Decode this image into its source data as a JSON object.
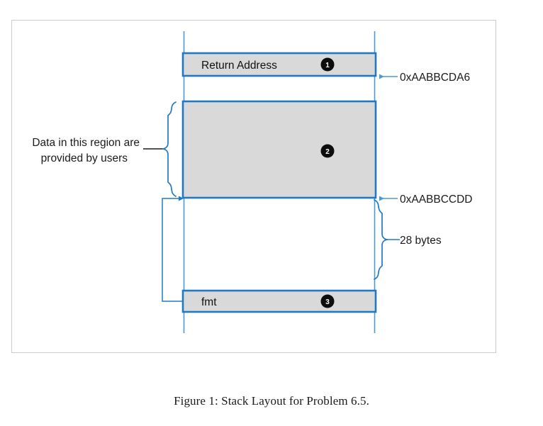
{
  "figure": {
    "caption": "Figure 1: Stack Layout for Problem 6.5.",
    "colors": {
      "box_fill": "#D9D9D9",
      "box_border": "#2079C4",
      "line_blue": "#4A9BD4",
      "badge_fill": "#0D0D0D",
      "frame_border": "#C9CCD4",
      "text": "#1A1A1A"
    }
  },
  "stack": {
    "blocks": [
      {
        "label": "Return Address",
        "badge": "1",
        "fill": "#D9D9D9"
      },
      {
        "label": "",
        "badge": "2",
        "fill": "#D9D9D9"
      },
      {
        "label": "fmt",
        "badge": "3",
        "fill": "#D9D9D9"
      }
    ]
  },
  "annotations": {
    "left_note_line1": "Data in this region are",
    "left_note_line2": "provided by users",
    "address_top": "0xAABBCDA6",
    "address_mid": "0xAABBCCDD",
    "size_label": "28 bytes"
  }
}
